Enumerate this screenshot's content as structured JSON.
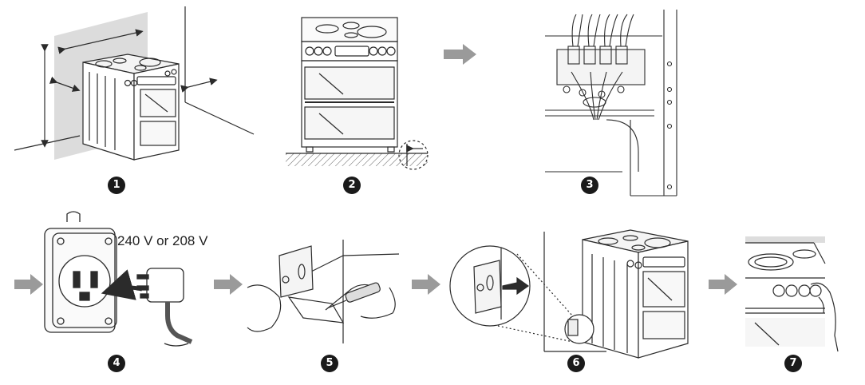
{
  "steps": [
    {
      "number": "1"
    },
    {
      "number": "2"
    },
    {
      "number": "3"
    },
    {
      "number": "4",
      "label": "240 V or 208 V"
    },
    {
      "number": "5"
    },
    {
      "number": "6"
    },
    {
      "number": "7"
    }
  ],
  "colors": {
    "line": "#2b2b2b",
    "arrow": "#9a9a9a",
    "wall": "#d9d9d9",
    "badge": "#1a1a1a"
  }
}
